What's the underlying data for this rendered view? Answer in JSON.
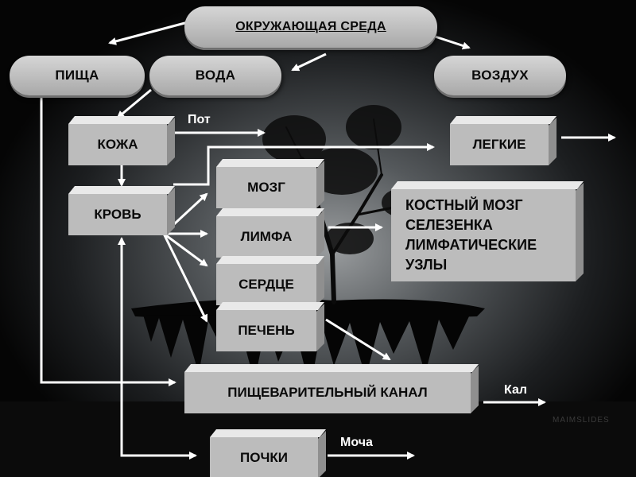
{
  "nodes": {
    "environment": "ОКРУЖАЮЩАЯ СРЕДА",
    "food": "ПИЩА",
    "water": "ВОДА",
    "air": "ВОЗДУХ",
    "skin": "КОЖА",
    "blood": "КРОВЬ",
    "lungs": "ЛЕГКИЕ",
    "brain": "МОЗГ",
    "lymph": "ЛИМФА",
    "heart": "СЕРДЦЕ",
    "liver": "ПЕЧЕНЬ",
    "organs_lines": [
      "КОСТНЫЙ МОЗГ",
      "СЕЛЕЗЕНКА",
      "ЛИМФАТИЧЕСКИЕ",
      "УЗЛЫ"
    ],
    "digestive": "ПИЩЕВАРИТЕЛЬНЫЙ КАНАЛ",
    "kidneys": "ПОЧКИ"
  },
  "labels": {
    "sweat": "Пот",
    "feces": "Кал",
    "urine": "Моча"
  },
  "watermark": "MAIMSLIDES",
  "colors": {
    "background": "#000000",
    "arrow": "#ffffff",
    "box_front": "#bcbcbc",
    "box_top": "#e9e9e9",
    "box_side": "#8f8f8f"
  }
}
